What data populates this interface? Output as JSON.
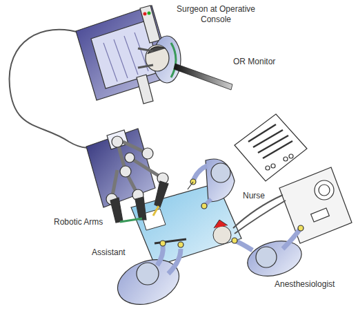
{
  "diagram": {
    "labels": [
      "Surgeon at Operative Console",
      "OR Monitor",
      "Nurse",
      "Robotic Arms",
      "Assistant",
      "Anesthesiologist"
    ]
  }
}
